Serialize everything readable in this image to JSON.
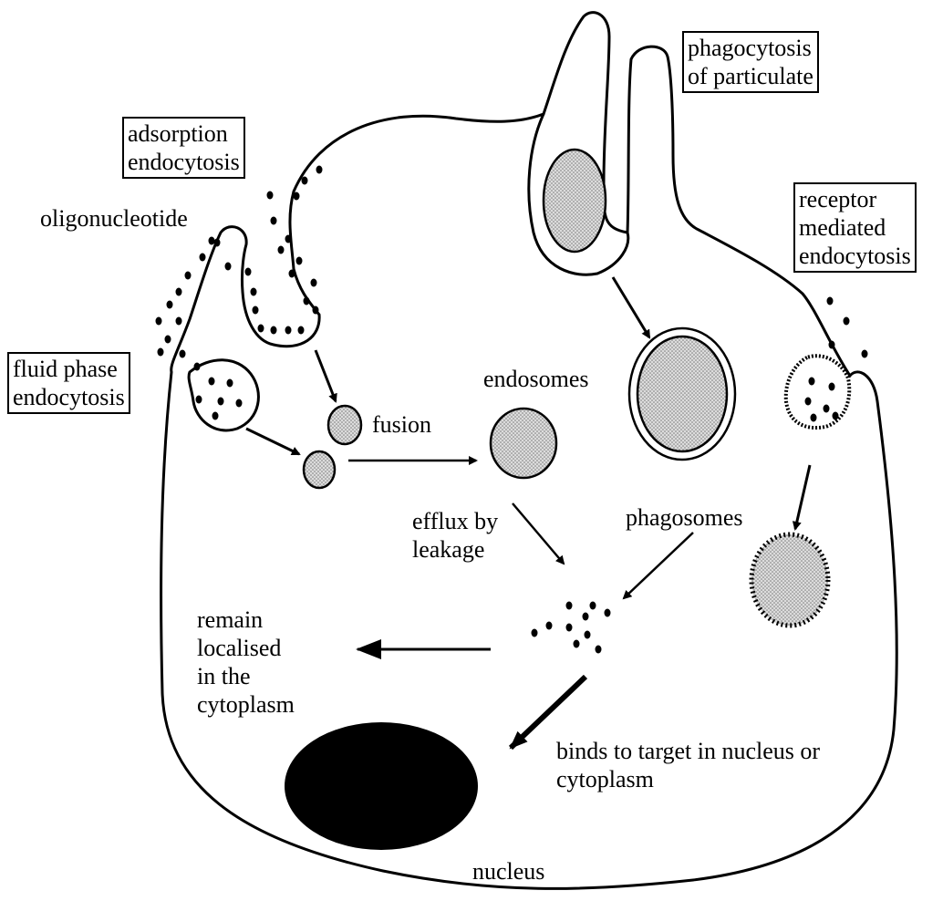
{
  "labels": {
    "adsorption": "adsorption\nendocytosis",
    "phagocytosis": "phagocytosis\nof particulate",
    "receptor": "receptor\nmediated\nendocytosis",
    "oligonucleotide": "oligonucleotide",
    "fluid_phase": "fluid phase\nendocytosis",
    "fusion": "fusion",
    "endosomes": "endosomes",
    "efflux": "efflux by\nleakage",
    "phagosomes": "phagosomes",
    "remain": "remain\nlocalised\nin the\ncytoplasm",
    "binds": "binds to target in nucleus or\ncytoplasm",
    "nucleus": "nucleus"
  },
  "colors": {
    "stroke": "#000000",
    "vesicle_fill": "#d9d9d9",
    "nucleus_fill": "#000000",
    "background": "#ffffff"
  }
}
